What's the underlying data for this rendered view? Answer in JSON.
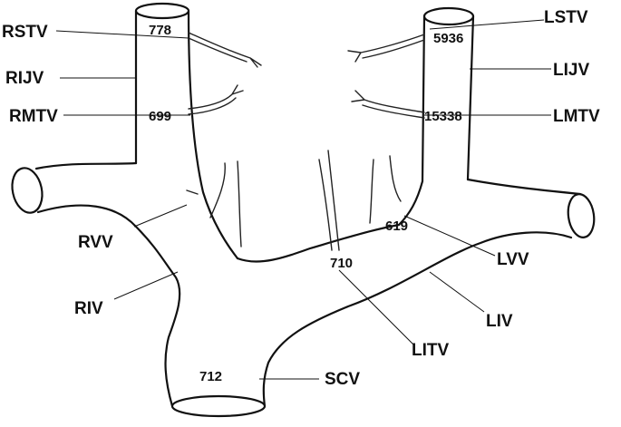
{
  "labels": {
    "rstv": "RSTV",
    "rijv": "RIJV",
    "rmtv": "RMTV",
    "rvv": "RVV",
    "riv": "RIV",
    "lstv": "LSTV",
    "lijv": "LIJV",
    "lmtv": "LMTV",
    "lvv": "LVV",
    "liv": "LIV",
    "litv": "LITV",
    "scv": "SCV"
  },
  "values": {
    "rstv": "778",
    "rmtv": "699",
    "lstv": "5936",
    "lmtv": "15338",
    "lvv": "619",
    "litv": "710",
    "scv": "712"
  }
}
